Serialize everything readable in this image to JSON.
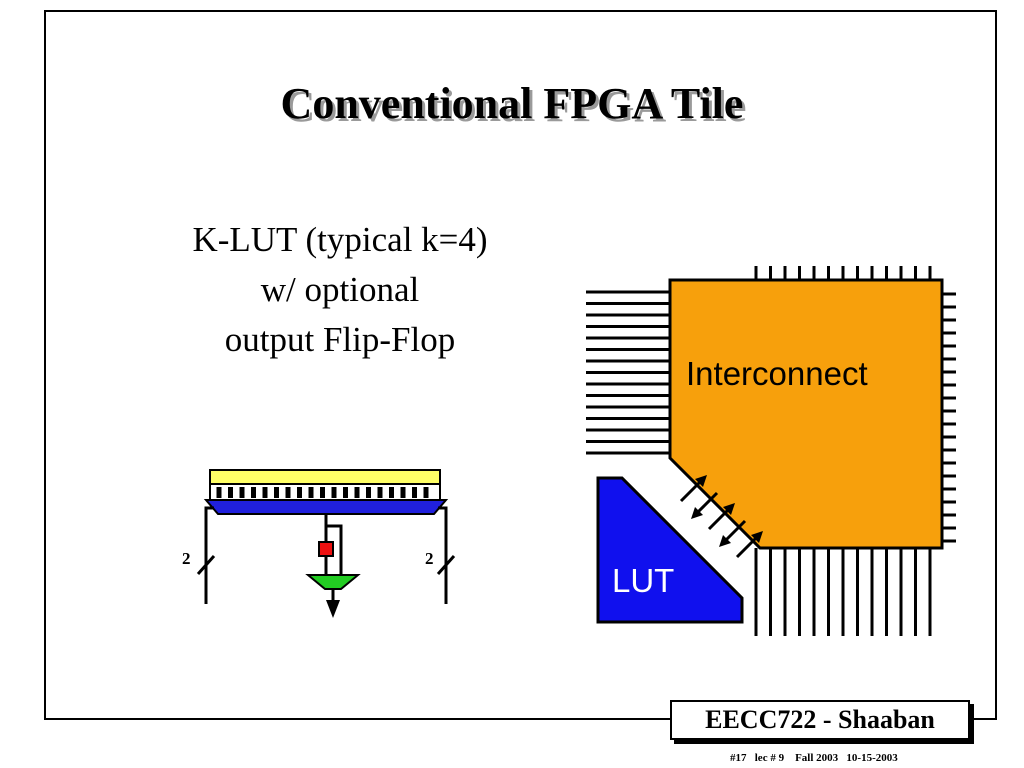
{
  "slide": {
    "title": "Conventional FPGA Tile",
    "body_lines": [
      "K-LUT (typical k=4)",
      "w/ optional",
      "output Flip-Flop"
    ]
  },
  "diagram": {
    "interconnect_label": "Interconnect",
    "lut_label": "LUT",
    "bus_width_left": "2",
    "bus_width_right": "2",
    "colors": {
      "interconnect": "#f7a00c",
      "lut": "#1010ee",
      "lut_bar_top": "#ffff66",
      "lut_bar_bottom": "#2020dd",
      "flip_flop": "#ee1111",
      "mux": "#22cc22"
    }
  },
  "footer": {
    "course": "EECC722 - Shaaban",
    "meta": "#17   lec # 9    Fall 2003   10-15-2003"
  }
}
